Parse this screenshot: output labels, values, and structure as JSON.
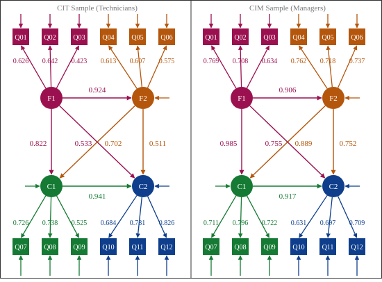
{
  "colors": {
    "f1": "#9b1150",
    "f2": "#b4560c",
    "c1": "#157a33",
    "c2": "#0f3f8c",
    "title": "#777777",
    "border": "#333333"
  },
  "panels": [
    {
      "title": "CIT Sample (Technicians)",
      "loadings": {
        "q01": "0.626",
        "q02": "0.642",
        "q03": "0.423",
        "q04": "0.613",
        "q05": "0.607",
        "q06": "0.575",
        "q07": "0.726",
        "q08": "0.738",
        "q09": "0.525",
        "q10": "0.684",
        "q11": "0.781",
        "q12": "0.826"
      },
      "paths": {
        "f1_f2": "0.924",
        "f1_c1": "0.822",
        "f1_c2": "0.533",
        "f2_c1": "0.702",
        "f2_c2": "0.511",
        "c1_c2": "0.941"
      }
    },
    {
      "title": "CIM Sample (Managers)",
      "loadings": {
        "q01": "0.769",
        "q02": "0.708",
        "q03": "0.634",
        "q04": "0.762",
        "q05": "0.718",
        "q06": "0.737",
        "q07": "0.711",
        "q08": "0.796",
        "q09": "0.722",
        "q10": "0.631",
        "q11": "0.697",
        "q12": "0.709"
      },
      "paths": {
        "f1_f2": "0.906",
        "f1_c1": "0.985",
        "f1_c2": "0.755",
        "f2_c1": "0.889",
        "f2_c2": "0.752",
        "c1_c2": "0.917"
      }
    }
  ],
  "factors": {
    "f1": "F1",
    "f2": "F2",
    "c1": "C1",
    "c2": "C2"
  },
  "items": [
    "Q01",
    "Q02",
    "Q03",
    "Q04",
    "Q05",
    "Q06",
    "Q07",
    "Q08",
    "Q09",
    "Q10",
    "Q11",
    "Q12"
  ]
}
